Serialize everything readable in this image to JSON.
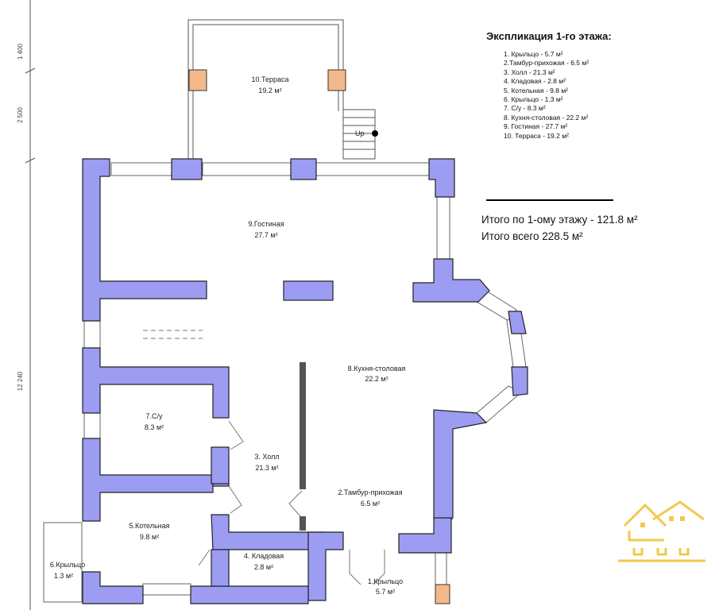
{
  "explication": {
    "title": "Экспликация 1-го этажа:",
    "items": [
      "1. Крыльцо - 5.7 м²",
      "2.Тамбур-прихожая - 6.5 м²",
      "3. Холл - 21.3 м²",
      "4. Кладовая - 2.8 м²",
      "5. Котельная - 9.8 м²",
      "6. Крыльцо - 1.3 м²",
      "7. С/у - 8.3 м²",
      "8. Кухня-столовая - 22.2 м²",
      "9. Гостиная - 27.7 м²",
      "10. Терраса - 19.2 м²"
    ],
    "total_floor": "Итого по 1-ому этажу - 121.8 м²",
    "total_all": "Итого всего 228.5 м²"
  },
  "rooms": {
    "terrace_name": "10.Терраса",
    "terrace_area": "19.2 м²",
    "living_name": "9.Гостиная",
    "living_area": "27.7 м²",
    "kitchen_name": "8.Кухня-столовая",
    "kitchen_area": "22.2 м²",
    "bath_name": "7.С/у",
    "bath_area": "8.3 м²",
    "hall_name": "3. Холл",
    "hall_area": "21.3 м²",
    "vestibule_name": "2.Тамбур-прихожая",
    "vestibule_area": "6.5 м²",
    "boiler_name": "5.Котельная",
    "boiler_area": "9.8 м²",
    "storage_name": "4. Кладовая",
    "storage_area": "2.8 м²",
    "porch_side_name": "6.Крыльцо",
    "porch_side_area": "1.3 м²",
    "porch_front_name": "1.Крыльцо",
    "porch_front_area": "5.7 м²",
    "up_label": "Up"
  },
  "dimensions": {
    "d1": "1 400",
    "d2": "2 500",
    "d3": "12 240"
  },
  "colors": {
    "wall": "#9c9cf2",
    "wall_outline": "#222222",
    "column": "#f3b98a"
  },
  "logo_icon": "house-logo-icon"
}
